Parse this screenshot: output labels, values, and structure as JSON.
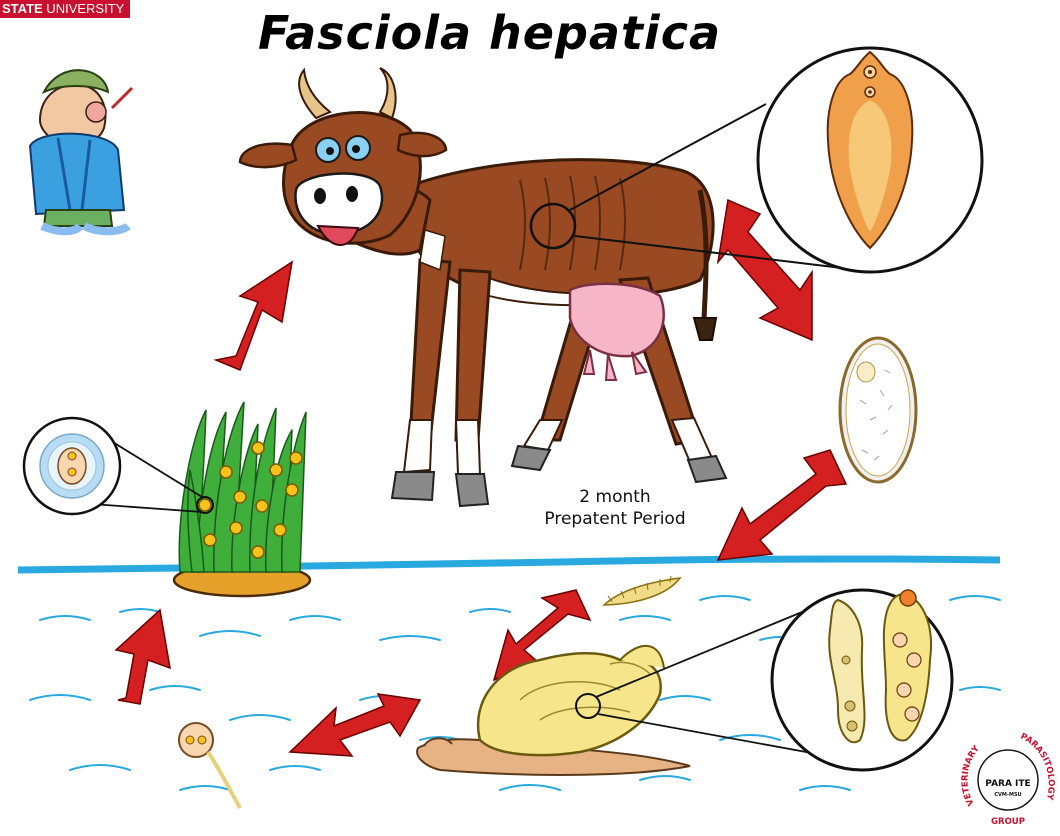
{
  "header": {
    "university_bold": "STATE",
    "university_rest": " UNIVERSITY",
    "title": "Fasciola hepatica"
  },
  "diagram": {
    "prepatent_line1": "2 month",
    "prepatent_line2": "Prepatent Period"
  },
  "logo": {
    "left_arc": "VETERINARY",
    "right_arc": "PARASITOLOGY",
    "center": "PARA ITE",
    "bottom": "GROUP",
    "small": "CVM-MSU"
  },
  "colors": {
    "arrow_red": "#d42020",
    "water_blue": "#29a9e0",
    "cow_brown": "#9a4a22",
    "grass_green": "#3fae3a",
    "snail_yellow": "#f6e58a",
    "fluke_orange": "#f0a04a"
  },
  "icons": {
    "cow": "cow-icon",
    "farmer": "farmer-icon",
    "snail": "snail-icon",
    "egg": "egg-icon",
    "grass": "grass-icon",
    "miracidium": "miracidium-icon",
    "cercaria": "cercaria-icon",
    "adult_fluke": "adult-fluke-icon"
  }
}
